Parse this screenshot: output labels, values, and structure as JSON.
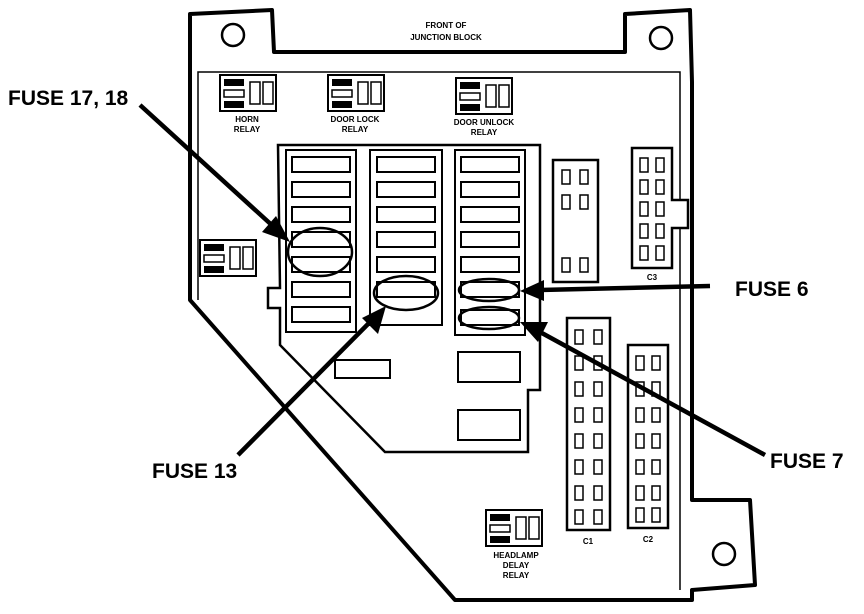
{
  "header": {
    "line1": "FRONT OF",
    "line2": "JUNCTION BLOCK"
  },
  "relays": {
    "horn": [
      "HORN",
      "RELAY"
    ],
    "door_lock": [
      "DOOR LOCK",
      "RELAY"
    ],
    "door_unlock": [
      "DOOR UNLOCK",
      "RELAY"
    ],
    "headlamp_delay": [
      "HEADLAMP",
      "DELAY",
      "RELAY"
    ]
  },
  "connectors": {
    "c1": "C1",
    "c2": "C2",
    "c3": "C3"
  },
  "callouts": {
    "fuse_17_18": "FUSE 17, 18",
    "fuse_13": "FUSE 13",
    "fuse_6": "FUSE 6",
    "fuse_7": "FUSE 7"
  },
  "colors": {
    "ink": "#000000",
    "paper": "#ffffff"
  }
}
